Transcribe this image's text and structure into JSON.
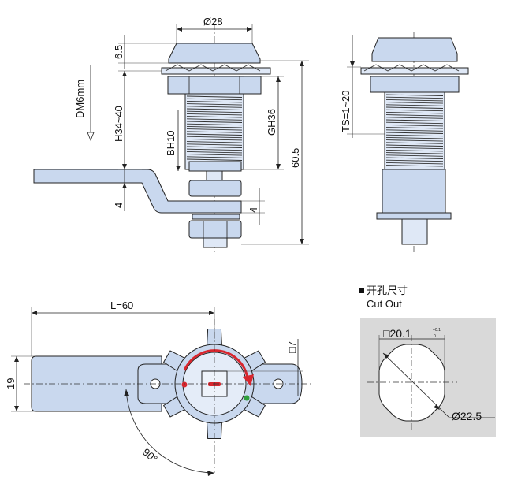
{
  "dimensions": {
    "diameter": "Ø28",
    "cap_height": "6.5",
    "panel_thickness": "H34~40",
    "grip_height": "GH36",
    "body_height": "BH10",
    "total_height": "60.5",
    "cam_offset_top": "4",
    "cam_offset_side": "4",
    "thread": "DM6mm",
    "ts_range": "TS=1~20",
    "cam_length": "L=60",
    "cam_width": "19",
    "square_drive": "□7",
    "rotation_angle": "90°"
  },
  "cutout": {
    "heading_cn": "开孔尺寸",
    "heading_en": "Cut Out",
    "square_size": "□20.1",
    "tol_upper": "+0.1",
    "tol_lower": "0",
    "hole_diameter": "Ø22.5"
  },
  "colors": {
    "part_fill": "#c9d8ee",
    "panel_bg": "#d9d9d9",
    "arrow_red": "#d8262e",
    "dot_green": "#2f9e3c"
  }
}
